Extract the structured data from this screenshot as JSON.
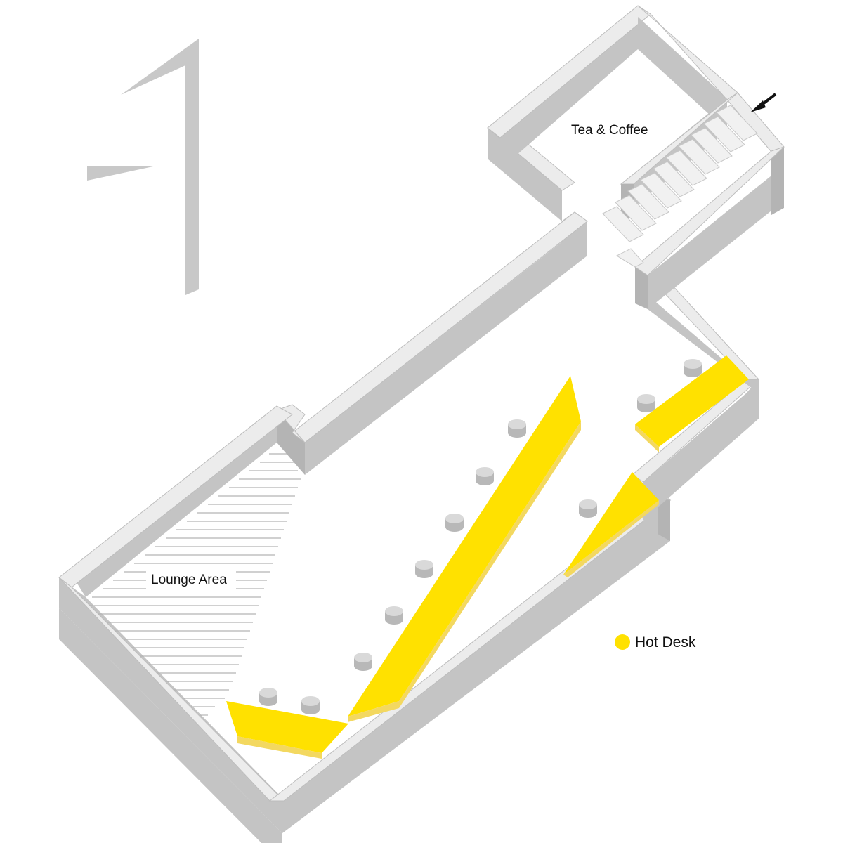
{
  "floor_number": "1",
  "rooms": {
    "lounge_label": "Lounge Area",
    "kitchen_label": "Tea & Coffee"
  },
  "legend": {
    "hot_desk_label": "Hot Desk",
    "hot_desk_color": "#FFE100"
  },
  "colors": {
    "wall_side": "#C4C4C4",
    "wall_top": "#ECECEC",
    "stool": "#D3D3D3",
    "floor": "#FFFFFF"
  },
  "icons": [
    "entrance-arrow-icon",
    "floor-number-glyph"
  ]
}
